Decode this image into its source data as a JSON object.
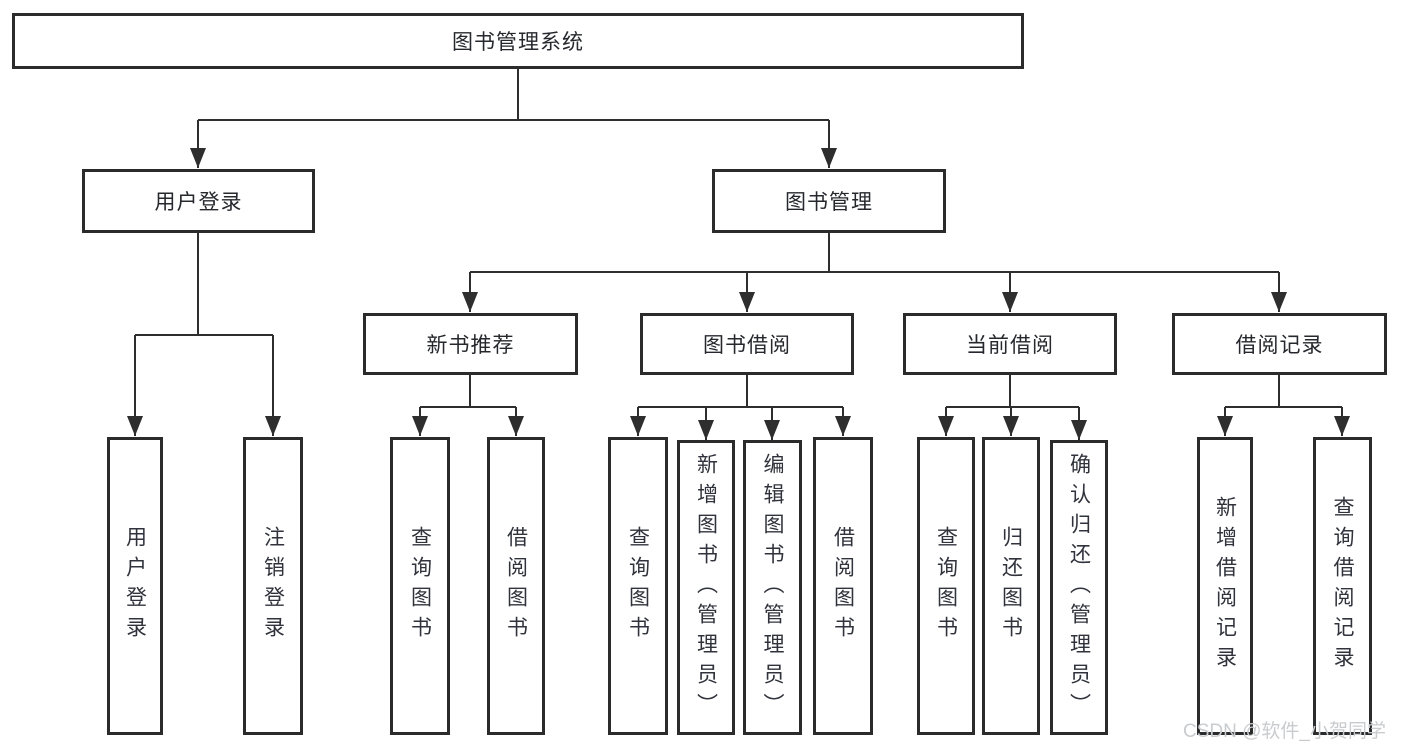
{
  "diagram": {
    "tree": {
      "root": {
        "label": "图书管理系统",
        "children": [
          {
            "label": "用户登录",
            "children": [
              {
                "label": "用户登录"
              },
              {
                "label": "注销登录"
              }
            ]
          },
          {
            "label": "图书管理",
            "children": [
              {
                "label": "新书推荐",
                "children": [
                  {
                    "label": "查询图书"
                  },
                  {
                    "label": "借阅图书"
                  }
                ]
              },
              {
                "label": "图书借阅",
                "children": [
                  {
                    "label": "查询图书"
                  },
                  {
                    "label": "新增图书（管理员）"
                  },
                  {
                    "label": "编辑图书（管理员）"
                  },
                  {
                    "label": "借阅图书"
                  }
                ]
              },
              {
                "label": "当前借阅",
                "children": [
                  {
                    "label": "查询图书"
                  },
                  {
                    "label": "归还图书"
                  },
                  {
                    "label": "确认归还（管理员）"
                  }
                ]
              },
              {
                "label": "借阅记录",
                "children": [
                  {
                    "label": "新增借阅记录"
                  },
                  {
                    "label": "查询借阅记录"
                  }
                ]
              }
            ]
          }
        ]
      }
    },
    "line_color": "#2e2e2e",
    "border_color": "#2b2b2b",
    "background_color": "#ffffff"
  },
  "watermark": {
    "text": "CSDN @软件_小贺同学"
  }
}
